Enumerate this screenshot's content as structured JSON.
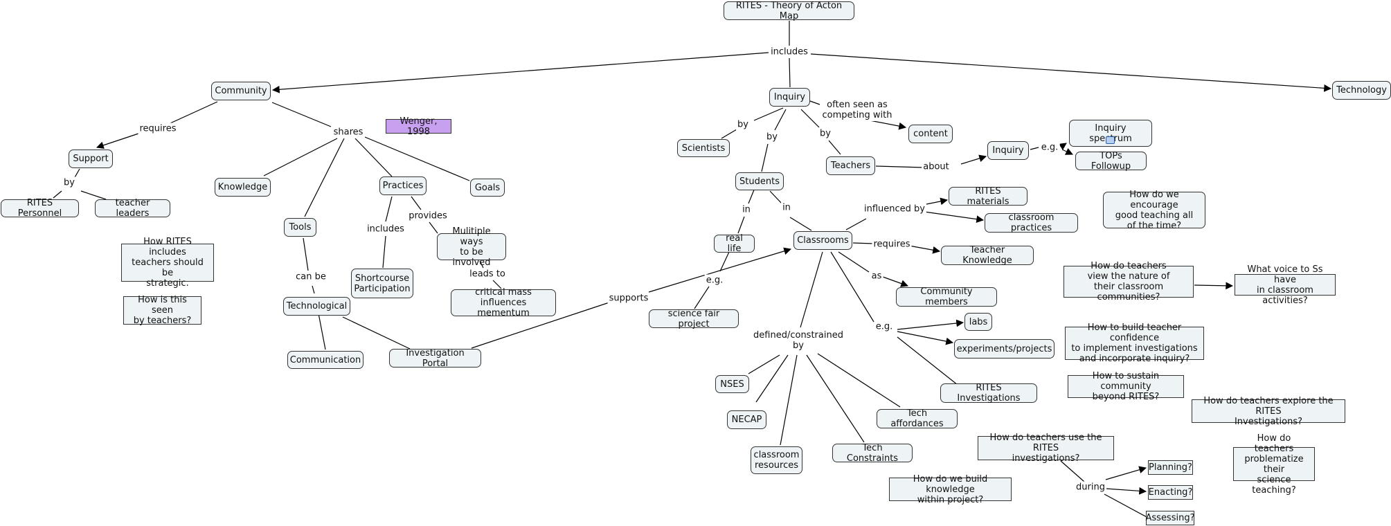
{
  "map": {
    "title": "RITES - Theory of Acton Map",
    "colors": {
      "node_fill": "#eef3f5",
      "note_fill": "#c8a0f0",
      "line": "#000000"
    },
    "nodes": {
      "root": "RITES - Theory of Acton Map",
      "community": "Community",
      "inquiry": "Inquiry",
      "technology": "Technology",
      "support": "Support",
      "rites_personnel": "RITES Personnel",
      "teacher_leaders": "teacher leaders",
      "knowledge": "Knowledge",
      "practices": "Practices",
      "goals": "Goals",
      "tools": "Tools",
      "shortcourse": "Shortcourse\nParticipation",
      "multiple_ways": "Mulitiple ways\nto be involved",
      "critical_mass": "critical mass\ninfluences mementum",
      "technological": "Technological",
      "communication": "Communication",
      "investigation_portal": "Investigation Portal",
      "wenger": "Wenger, 1998",
      "q_rites_includes": "How RITES includes\nteachers should be\nstrategic.",
      "q_seen_by_teachers": "How is this seen\nby teachers?",
      "scientists": "Scientists",
      "students": "Students",
      "teachers": "Teachers",
      "content": "content",
      "inquiry2": "Inquiry",
      "inquiry_spectrum": "Inquiry spectrum",
      "tops_followup": "TOPs Followup",
      "real_life": "real life",
      "science_fair": "science fair project",
      "classrooms": "Classrooms",
      "rites_materials": "RITES materials",
      "classroom_practices": "classroom practices",
      "teacher_knowledge": "Teacher Knowledge",
      "community_members": "Community members",
      "labs": "labs",
      "experiments": "experiments/projects",
      "rites_investigations": "RITES Investigations",
      "nses": "NSES",
      "necap": "NECAP",
      "classroom_resources": "classroom\nresources",
      "tech_constraints": "Tech Constraints",
      "tech_affordances": "Tech affordances",
      "q_encourage": "How do we encourage\ngood teaching all\nof the time?",
      "q_view_nature": "How do teachers\nview the nature of\ntheir classroom communities?",
      "q_voice": "What voice to Ss have\nin classroom activities?",
      "q_confidence": "How to build teacher confidence\nto implement investigations\nand incorporate inquiry?",
      "q_sustain": "How to sustain community\nbeyond RITES?",
      "q_explore": "How do teachers explore the RITES\nInvestigations?",
      "q_use_investigations": "How do teachers use the RITES\ninvestigations?",
      "q_build_knowledge": "How do we build knowledge\nwithin project?",
      "q_problematize": "How do teachers\nproblematize their\nscience teaching?",
      "planning": "Planning?",
      "enacting": "Enacting?",
      "assessing": "Assessing?"
    },
    "links": {
      "includes": "includes",
      "requires": "requires",
      "by": "by",
      "shares": "shares",
      "includes2": "includes",
      "provides": "provides",
      "leads_to": "leads to",
      "can_be": "can be",
      "supports": "supports",
      "often_seen_as": "often seen as\ncompeting with",
      "by_scientists": "by",
      "by_students": "by",
      "by_teachers": "by",
      "about": "about",
      "eg_inquiry": "e.g.",
      "in_reallife": "in",
      "in_classrooms": "in",
      "eg_fair": "e.g.",
      "influenced_by": "influenced by",
      "requires2": "requires",
      "as": "as",
      "eg_labs": "e.g.",
      "defined": "defined/constrained\nby",
      "during": "during"
    }
  }
}
